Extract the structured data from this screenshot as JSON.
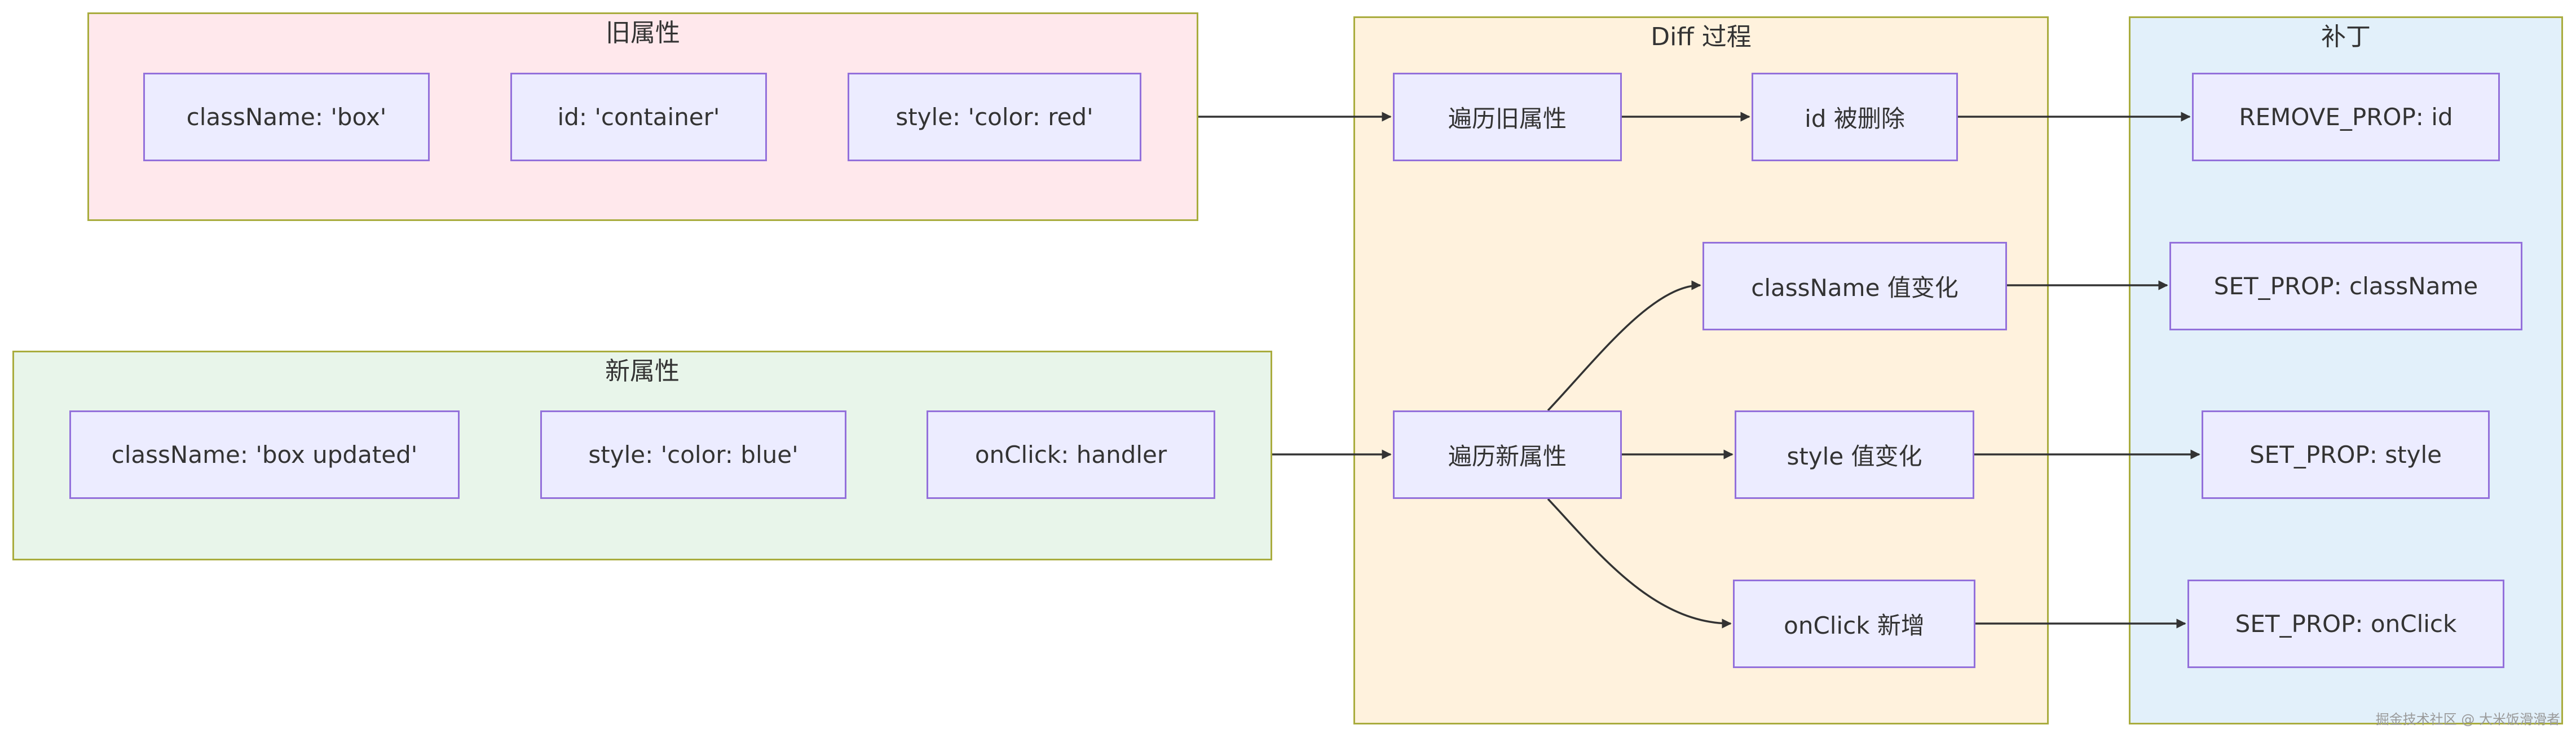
{
  "clusters": {
    "old_props": "旧属性",
    "new_props": "新属性",
    "diff": "Diff 过程",
    "patch": "补丁"
  },
  "nodes": {
    "old_classname": "className: 'box'",
    "old_id": "id: 'container'",
    "old_style": "style: 'color: red'",
    "new_classname": "className: 'box updated'",
    "new_style": "style: 'color: blue'",
    "new_onclick": "onClick: handler",
    "walk_old": "遍历旧属性",
    "id_removed": "id 被删除",
    "classname_changed": "className 值变化",
    "walk_new": "遍历新属性",
    "style_changed": "style 值变化",
    "onclick_added": "onClick 新增",
    "patch_remove_id": "REMOVE_PROP: id",
    "patch_set_classname": "SET_PROP: className",
    "patch_set_style": "SET_PROP: style",
    "patch_set_onclick": "SET_PROP: onClick"
  },
  "edges": [
    [
      "旧属性",
      "遍历旧属性"
    ],
    [
      "遍历旧属性",
      "id 被删除"
    ],
    [
      "id 被删除",
      "REMOVE_PROP: id"
    ],
    [
      "新属性",
      "遍历新属性"
    ],
    [
      "遍历新属性",
      "className 值变化"
    ],
    [
      "遍历新属性",
      "style 值变化"
    ],
    [
      "遍历新属性",
      "onClick 新增"
    ],
    [
      "className 值变化",
      "SET_PROP: className"
    ],
    [
      "style 值变化",
      "SET_PROP: style"
    ],
    [
      "onClick 新增",
      "SET_PROP: onClick"
    ]
  ],
  "watermark": "掘金技术社区 @ 大米饭滑滑者"
}
